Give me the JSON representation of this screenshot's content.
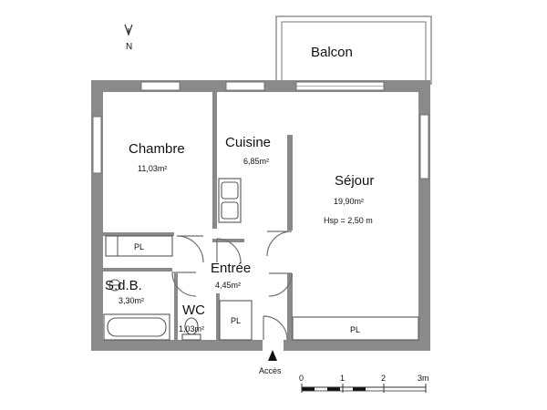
{
  "compass": {
    "label": "N",
    "icon": "north-arrow-icon"
  },
  "rooms": {
    "balcon": {
      "name": "Balcon"
    },
    "chambre": {
      "name": "Chambre",
      "area": "11,03m²"
    },
    "cuisine": {
      "name": "Cuisine",
      "area": "6,85m²"
    },
    "sejour": {
      "name": "Séjour",
      "area": "19,90m²",
      "height": "Hsp = 2,50 m"
    },
    "entree": {
      "name": "Entrée",
      "area": "4,45m²"
    },
    "sdb": {
      "name": "S.d.B.",
      "area": "3,30m²"
    },
    "wc": {
      "name": "WC",
      "area": "1,03m²"
    }
  },
  "placards": [
    "PL",
    "PL",
    "PL"
  ],
  "entrance": {
    "label": "Accès",
    "icon": "entrance-arrow-icon"
  },
  "scale": {
    "ticks": [
      "0",
      "1",
      "2",
      "3m"
    ]
  },
  "colors": {
    "wall": "#8a8a8a",
    "line": "#6f6f6f",
    "text": "#111111"
  }
}
